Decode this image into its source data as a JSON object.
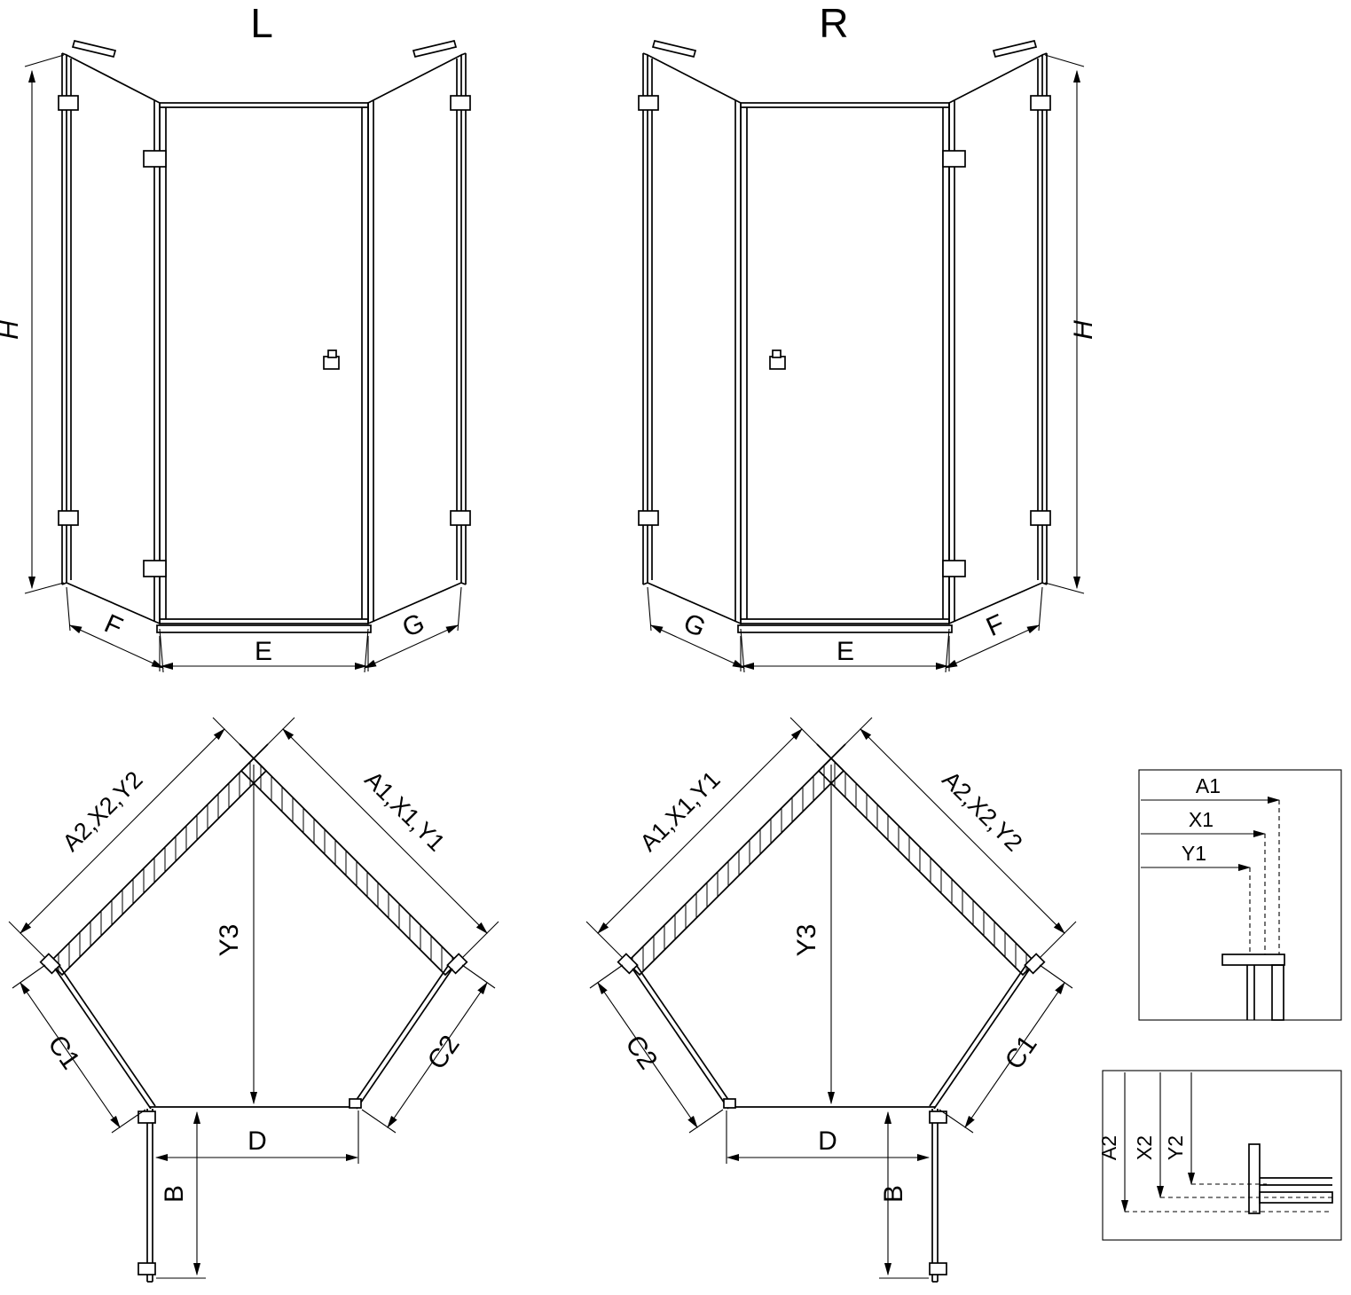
{
  "drawing": {
    "front_left": {
      "variant": "L",
      "height": "H",
      "bottom_left": "F",
      "bottom_center": "E",
      "bottom_right": "G"
    },
    "front_right": {
      "variant": "R",
      "height": "H",
      "bottom_left": "G",
      "bottom_center": "E",
      "bottom_right": "F"
    },
    "plan_left": {
      "wall_left": "A2,X2,Y2",
      "wall_right": "A1,X1,Y1",
      "depth": "Y3",
      "panel_left": "C1",
      "panel_right": "C2",
      "door_width": "D",
      "door_open": "B"
    },
    "plan_right": {
      "wall_left": "A1,X1,Y1",
      "wall_right": "A2,X2,Y2",
      "depth": "Y3",
      "panel_left": "C2",
      "panel_right": "C1",
      "door_width": "D",
      "door_open": "B"
    },
    "detail_top": {
      "labels": [
        "A1",
        "X1",
        "Y1"
      ]
    },
    "detail_bottom": {
      "labels": [
        "A2",
        "X2",
        "Y2"
      ]
    },
    "colors": {
      "line": "#000000",
      "background": "#ffffff"
    }
  }
}
